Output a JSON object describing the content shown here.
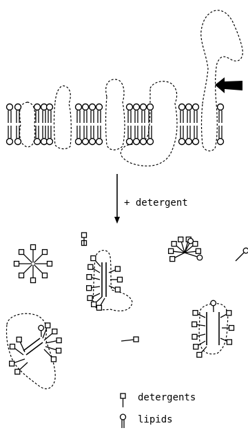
{
  "step_label": "+ detergent",
  "legend": {
    "detergents": "detergents",
    "lipids": "lipids"
  }
}
